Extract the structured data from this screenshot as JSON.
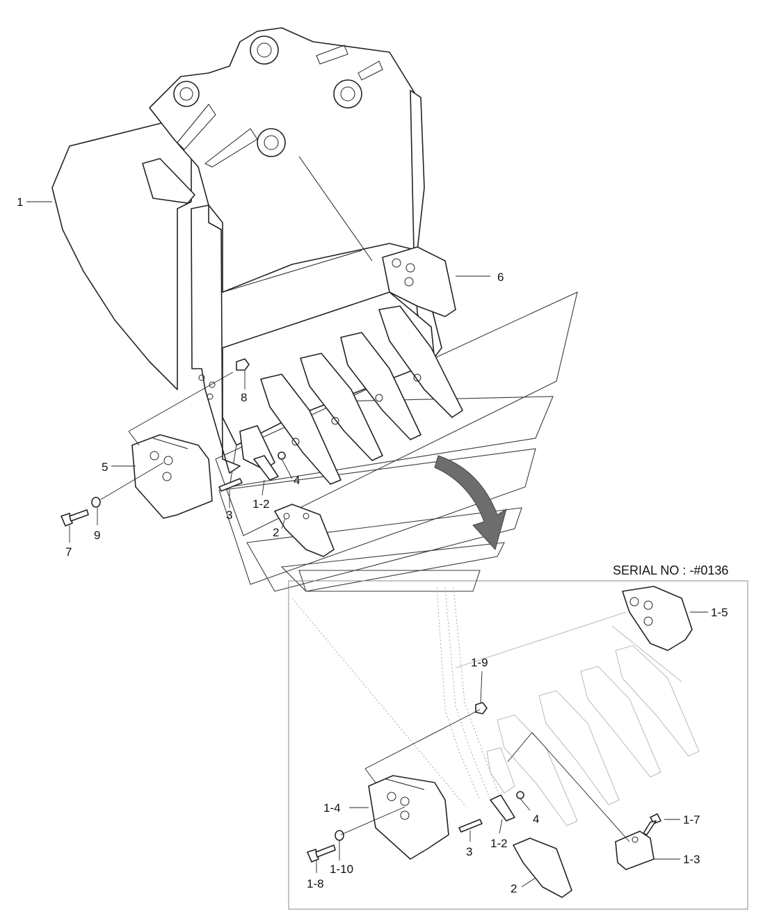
{
  "inset": {
    "serial_label": "SERIAL NO : -#0136"
  },
  "labels": {
    "bucket": "1",
    "tooth_point": "2",
    "pin": "3",
    "lock": "4",
    "side_cutter_left": "5",
    "side_cutter_right": "6",
    "bolt": "7",
    "nut": "8",
    "washer": "9",
    "adapter": "1-2",
    "inset_tooth_point": "2",
    "inset_pin": "3",
    "inset_lock": "4",
    "inset_adapter": "1-2",
    "inset_corner_block": "1-3",
    "inset_side_cutter_left": "1-4",
    "inset_side_cutter_right": "1-5",
    "inset_corner_bolt": "1-7",
    "inset_bolt": "1-8",
    "inset_nut": "1-9",
    "inset_washer": "1-10"
  }
}
